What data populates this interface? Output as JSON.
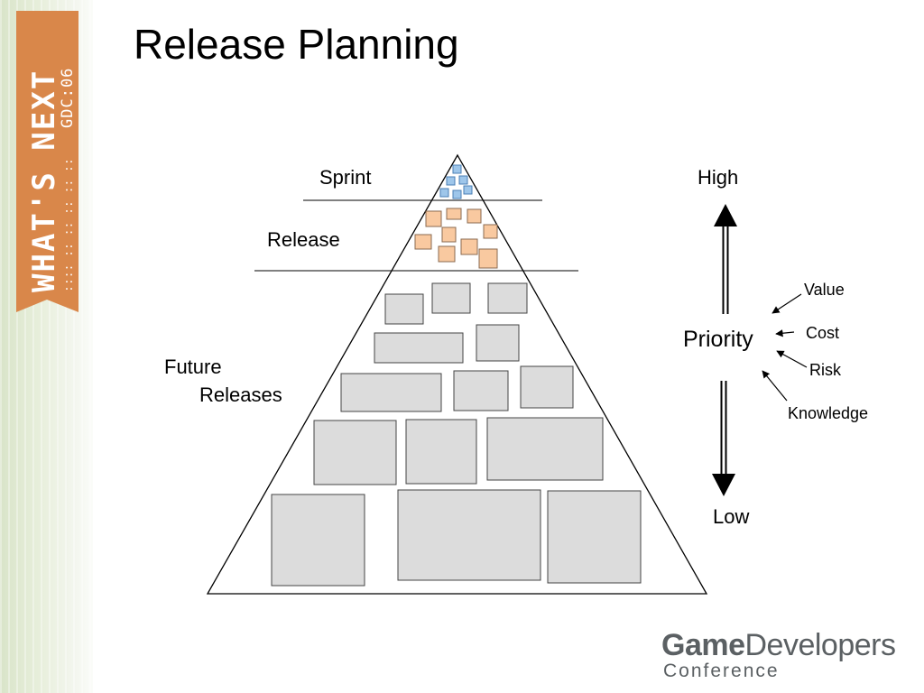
{
  "slide": {
    "title": "Release Planning"
  },
  "sidebar": {
    "banner_text": "WHAT'S NEXT",
    "banner_sub": "GDC:06",
    "banner_color": "#d9874a"
  },
  "pyramid": {
    "labels": {
      "sprint": "Sprint",
      "release": "Release",
      "future_line1": "Future",
      "future_line2": "Releases"
    },
    "colors": {
      "sprint_item": "#9ec6ea",
      "release_item": "#f9c9a0",
      "future_item": "#dcdcdc"
    }
  },
  "priority": {
    "label": "Priority",
    "high": "High",
    "low": "Low",
    "factors": [
      "Value",
      "Cost",
      "Risk",
      "Knowledge"
    ]
  },
  "logo": {
    "game": "Game",
    "developers": "Developers",
    "conference": "Conference"
  }
}
